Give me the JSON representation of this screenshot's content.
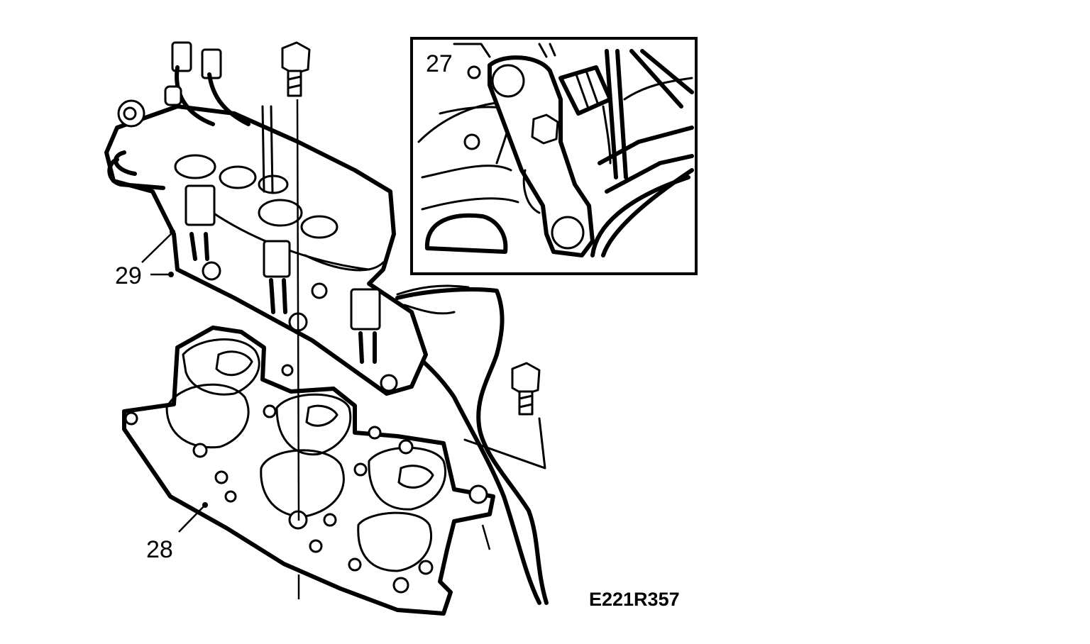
{
  "figure": {
    "reference_code": "E221R357",
    "callouts": {
      "inset_part": "27",
      "lower_manifold": "28",
      "upper_manifold": "29"
    }
  },
  "colors": {
    "line": "#000000",
    "background": "#ffffff"
  }
}
